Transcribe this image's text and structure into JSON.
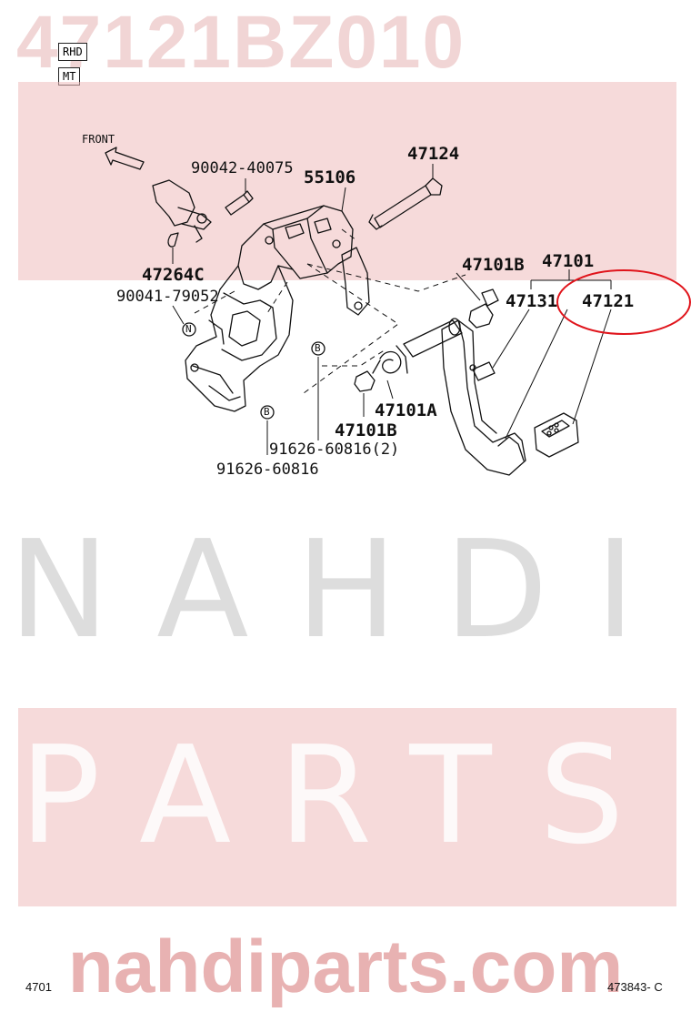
{
  "watermark": {
    "part_number": "47121BZ010",
    "brand_top": "NAHDI",
    "brand_bottom": "PARTS",
    "site": "nahdiparts.com",
    "color": "#e8a8a8"
  },
  "badges": {
    "rhd": "RHD",
    "mt": "MT"
  },
  "direction_label": "FRONT",
  "callouts": {
    "c90042": "90042-40075",
    "c55106": "55106",
    "c47124": "47124",
    "c47264c": "47264C",
    "c90041": "90041-79052",
    "c47101b_top": "47101B",
    "c47101": "47101",
    "c47131": "47131",
    "c47121": "47121",
    "c47101a": "47101A",
    "c47101b_bottom": "47101B",
    "c91626_2": "91626-60816(2)",
    "c91626": "91626-60816",
    "marker_n": "N",
    "marker_b1": "B",
    "marker_b2": "B"
  },
  "highlight": {
    "target": "47121",
    "color": "#e0141b"
  },
  "footer": {
    "left": "4701",
    "right": "473843- C"
  }
}
